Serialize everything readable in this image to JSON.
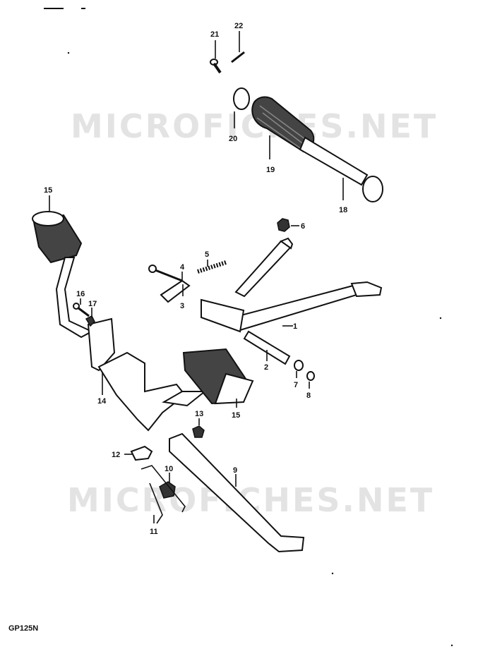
{
  "diagram": {
    "model_code": "GP125N",
    "watermark": "MICROFICHES.NET",
    "part_numbers": {
      "p1": "1",
      "p2": "2",
      "p3": "3",
      "p4": "4",
      "p5": "5",
      "p6": "6",
      "p7": "7",
      "p8": "8",
      "p9": "9",
      "p10": "10",
      "p11": "11",
      "p12": "12",
      "p13": "13",
      "p14": "14",
      "p15a": "15",
      "p15b": "15",
      "p16": "16",
      "p17": "17",
      "p18": "18",
      "p19": "19",
      "p20": "20",
      "p21": "21",
      "p22": "22"
    }
  }
}
